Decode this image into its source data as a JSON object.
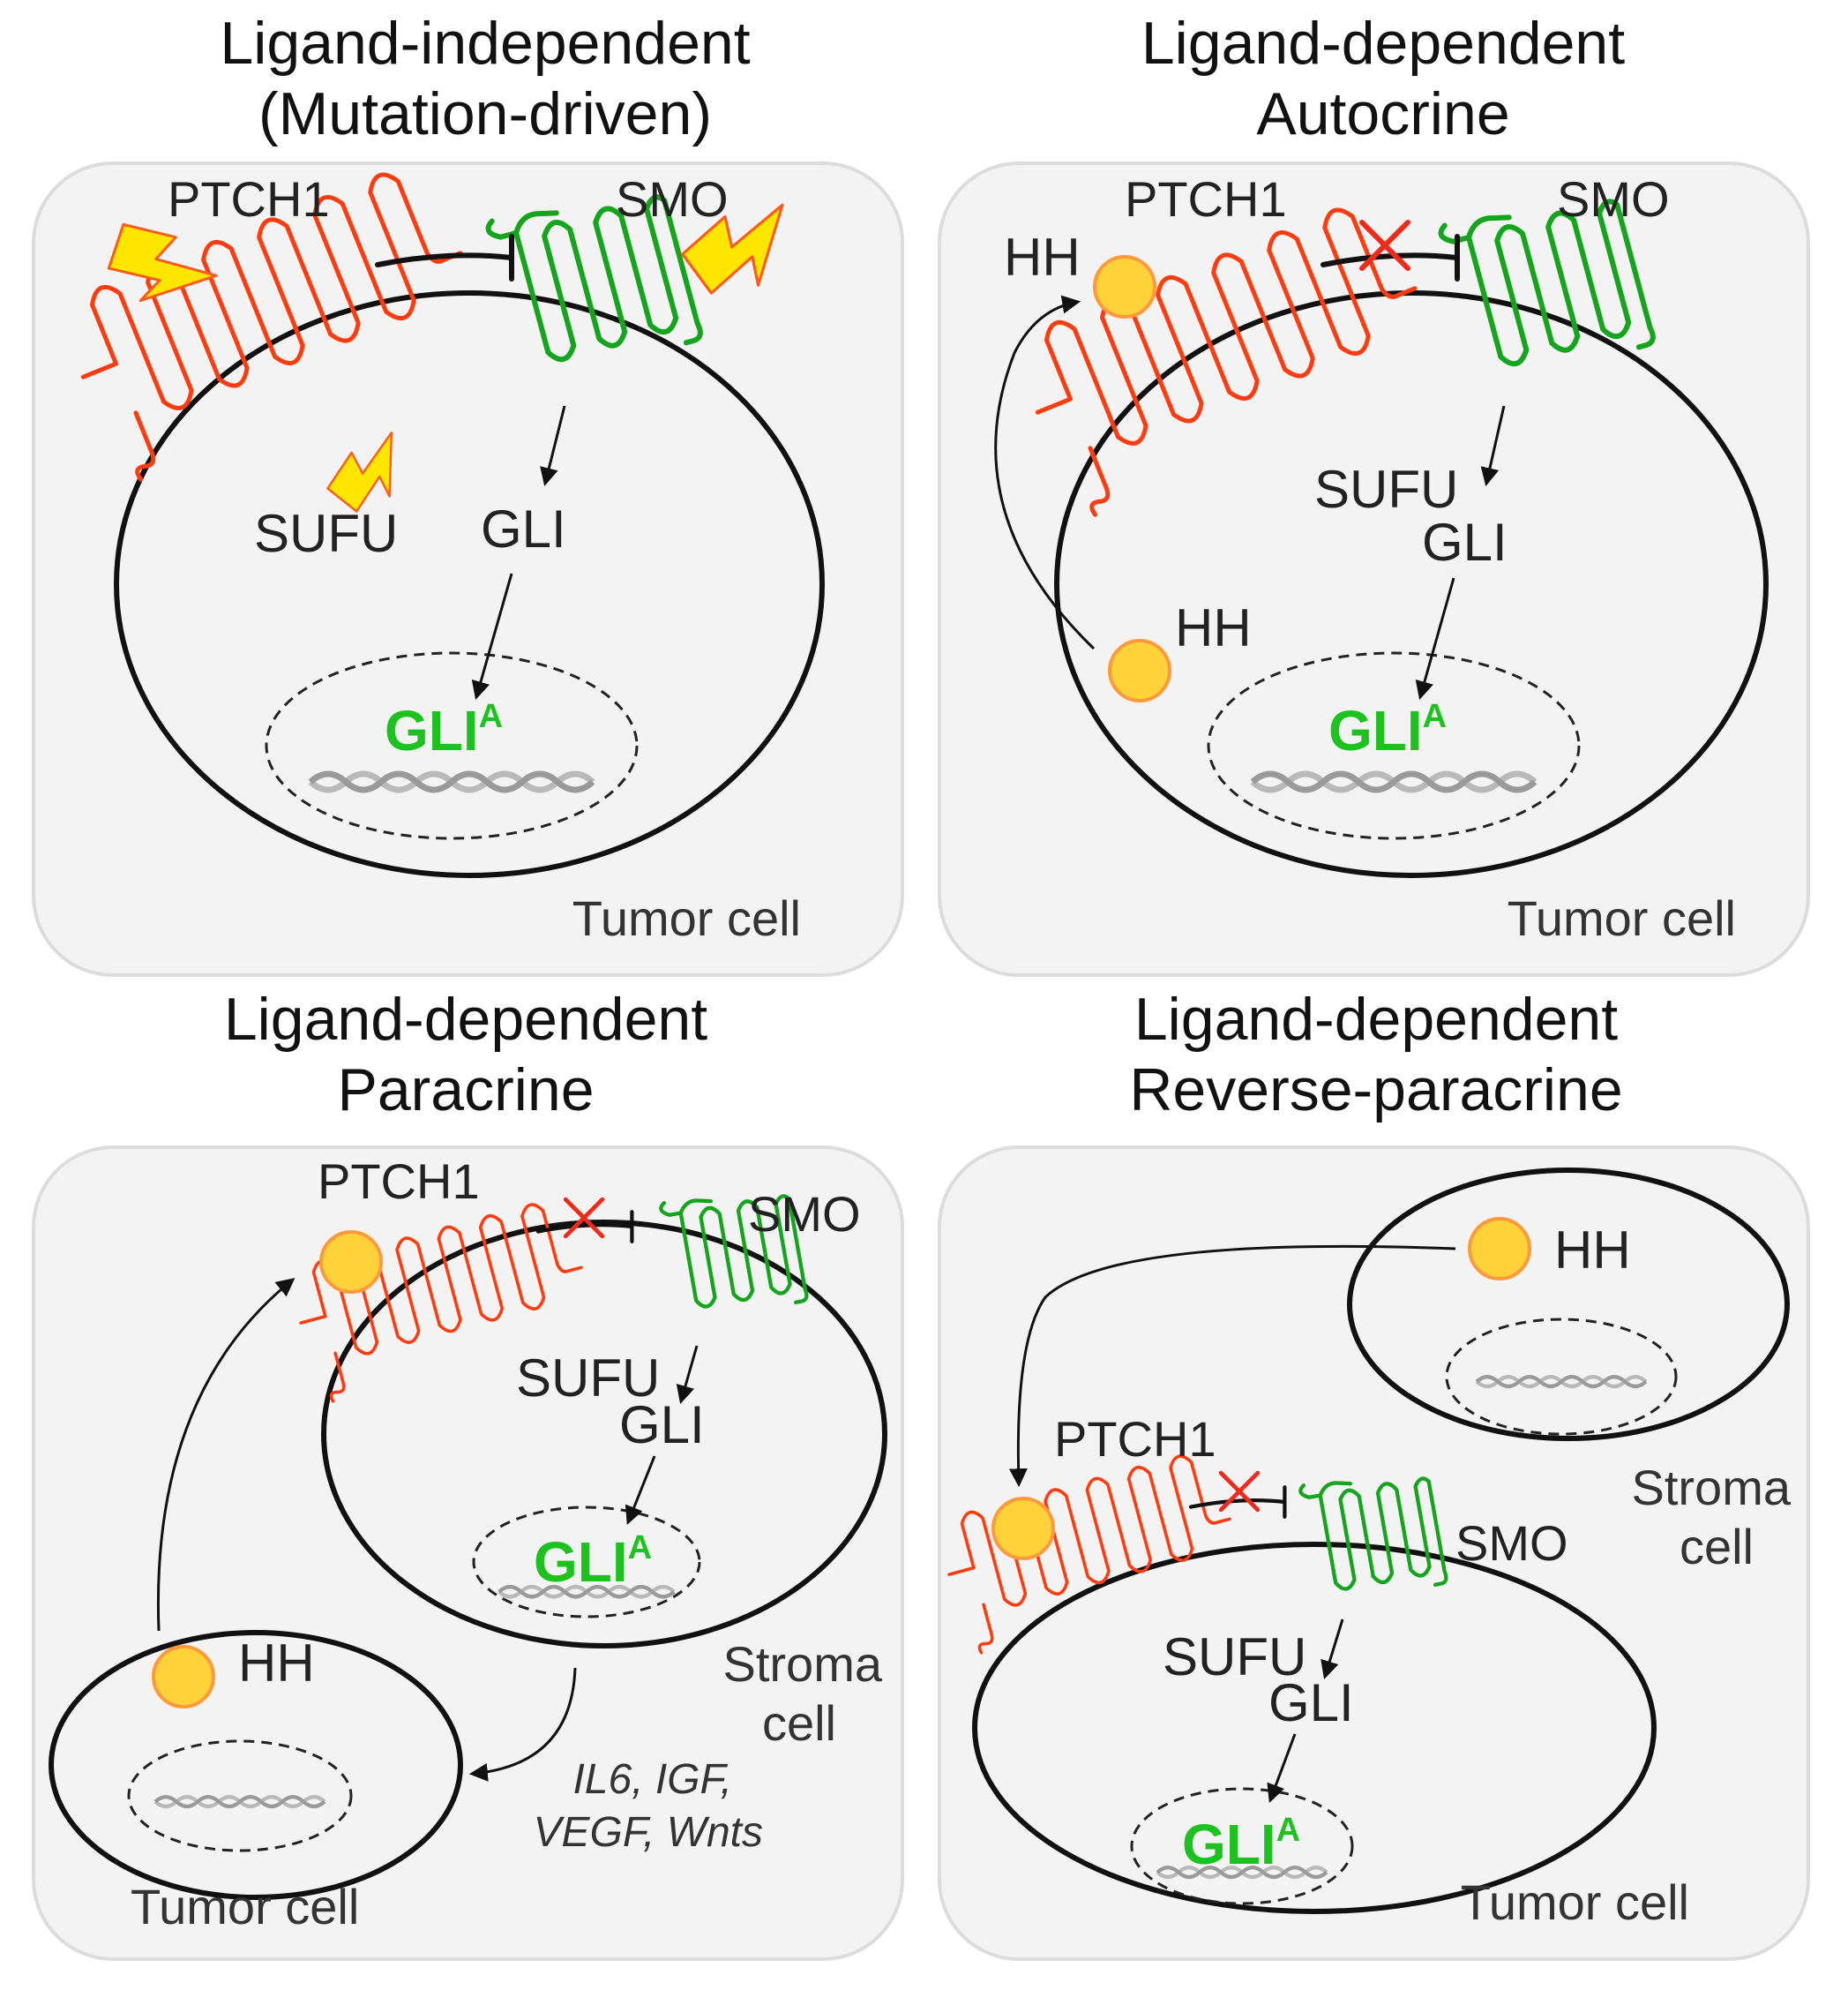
{
  "colors": {
    "ptch1": "#ff3b10",
    "smo": "#14a51d",
    "gli_active": "#1ec21e",
    "hh_fill": "#ffd23a",
    "hh_stroke": "#ff9a3c",
    "mutation_fill": "#ffe600",
    "mutation_stroke": "#ff5a1a",
    "blocked_cross": "#ee2a1a"
  },
  "icons": {
    "receptor_ptch1": "ptch1-receptor-icon",
    "receptor_smo": "smo-receptor-icon",
    "ligand": "hh-ligand-icon",
    "mutation": "lightning-bolt-mutation-icon",
    "dna": "dna-helix-icon",
    "inhibition": "inhibition-tbar-icon",
    "blocked": "red-x-icon"
  },
  "panels": [
    {
      "title_line1": "Ligand-independent",
      "title_line2": "(Mutation-driven)",
      "ptch1": "PTCH1",
      "smo": "SMO",
      "sufu": "SUFU",
      "gli": "GLI",
      "gli_active": "GLI",
      "gli_active_sup": "A",
      "cell_label": "Tumor cell"
    },
    {
      "title_line1": "Ligand-dependent",
      "title_line2": "Autocrine",
      "ptch1": "PTCH1",
      "smo": "SMO",
      "hh_top": "HH",
      "hh_inner": "HH",
      "sufu": "SUFU",
      "gli": "GLI",
      "gli_active": "GLI",
      "gli_active_sup": "A",
      "cell_label": "Tumor cell"
    },
    {
      "title_line1": "Ligand-dependent",
      "title_line2": "Paracrine",
      "ptch1": "PTCH1",
      "smo": "SMO",
      "sufu": "SUFU",
      "gli": "GLI",
      "gli_active": "GLI",
      "gli_active_sup": "A",
      "stroma_line1": "Stroma",
      "stroma_line2": "cell",
      "hh": "HH",
      "tumor_label": "Tumor cell",
      "factors_line1": "IL6, IGF,",
      "factors_line2": "VEGF, Wnts"
    },
    {
      "title_line1": "Ligand-dependent",
      "title_line2": "Reverse-paracrine",
      "hh": "HH",
      "stroma_line1": "Stroma",
      "stroma_line2": "cell",
      "ptch1": "PTCH1",
      "smo": "SMO",
      "sufu": "SUFU",
      "gli": "GLI",
      "gli_active": "GLI",
      "gli_active_sup": "A",
      "tumor_label": "Tumor cell"
    }
  ]
}
